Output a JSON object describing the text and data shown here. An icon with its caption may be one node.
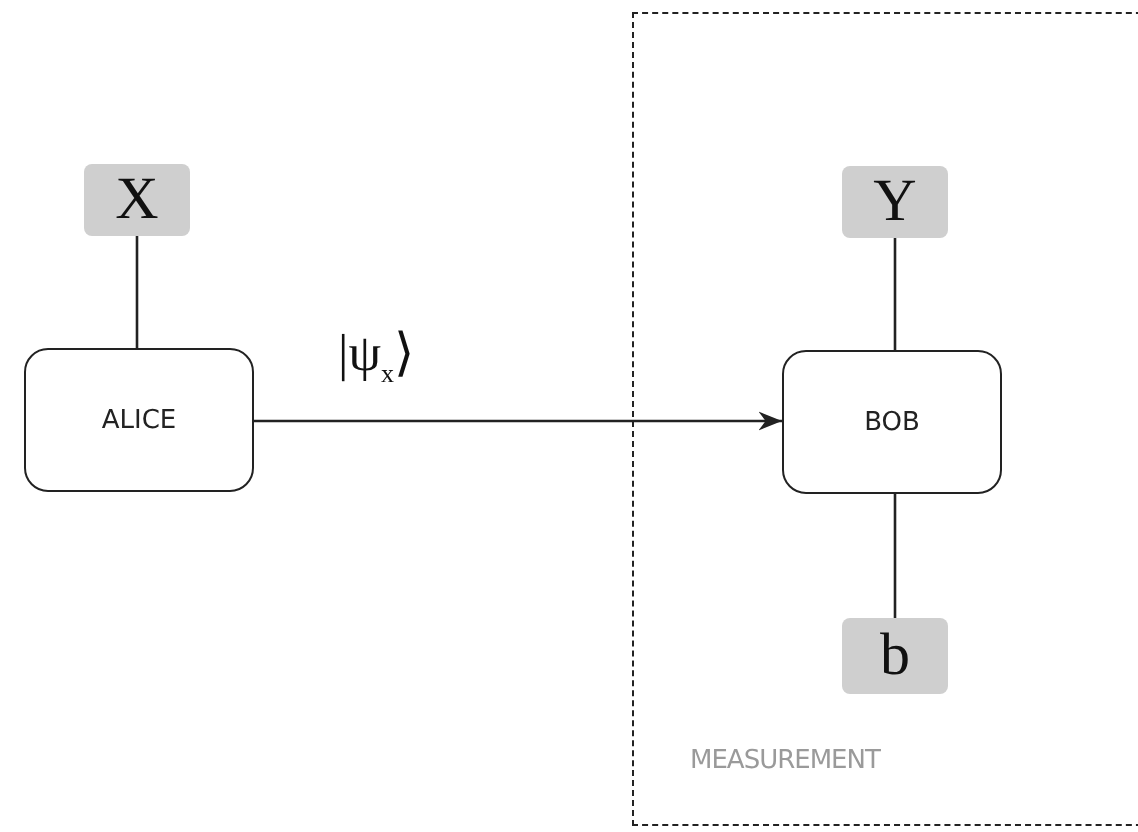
{
  "diagram": {
    "nodes": [
      {
        "text": [
          "X"
        ]
      },
      {
        "text": [
          "ALICE"
        ]
      },
      {
        "text": [
          "MEASUREMENT"
        ]
      },
      {
        "text": [
          "Y"
        ],
        "in": 2
      },
      {
        "text": [
          "BOB"
        ],
        "in": 2
      },
      {
        "text": [
          "b"
        ],
        "in": 2
      }
    ],
    "edges": [
      {
        "from": 0,
        "to": 1,
        "arrow": "none"
      },
      {
        "from": 1,
        "to": 4,
        "arrow": "to",
        "label": "|ψ$_{x}$⟩"
      },
      {
        "from": 3,
        "to": 4,
        "arrow": "none"
      },
      {
        "from": 4,
        "to": 5,
        "arrow": "none"
      }
    ]
  }
}
